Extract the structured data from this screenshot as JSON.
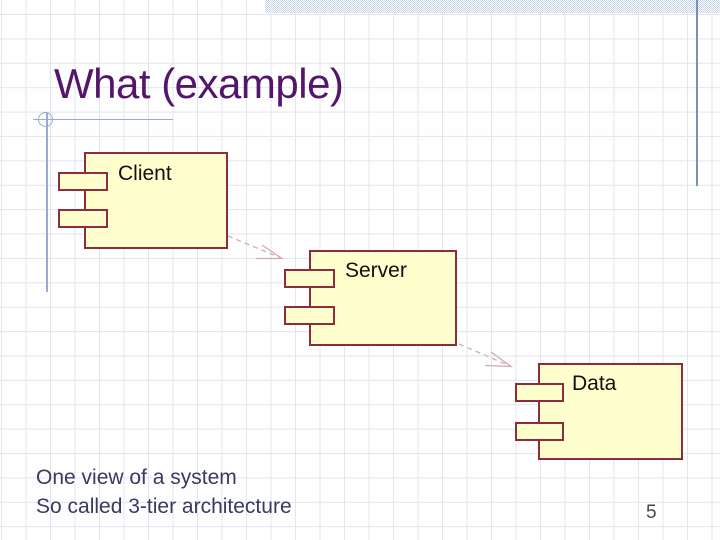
{
  "slide": {
    "title": "What (example)",
    "body_line1": "One view of a system",
    "body_line2": "So called 3-tier architecture",
    "page_number": "5"
  },
  "diagram": {
    "type": "uml-component-diagram",
    "components": [
      {
        "label": "Client"
      },
      {
        "label": "Server"
      },
      {
        "label": "Data"
      }
    ],
    "connections": [
      {
        "from": "Client",
        "to": "Server",
        "style": "dashed-open-arrow"
      },
      {
        "from": "Server",
        "to": "Data",
        "style": "dashed-open-arrow"
      }
    ]
  },
  "colors": {
    "title_text": "#54166b",
    "body_text": "#3a3a60",
    "component_fill": "#ffffce",
    "component_border": "#8e2c3e",
    "arrow": "#d2abb5",
    "accent_line_left": "#97acce",
    "accent_line_right": "#7b90b5",
    "top_band": "#c2d2e8",
    "grid_line": "#e1e5f0"
  }
}
